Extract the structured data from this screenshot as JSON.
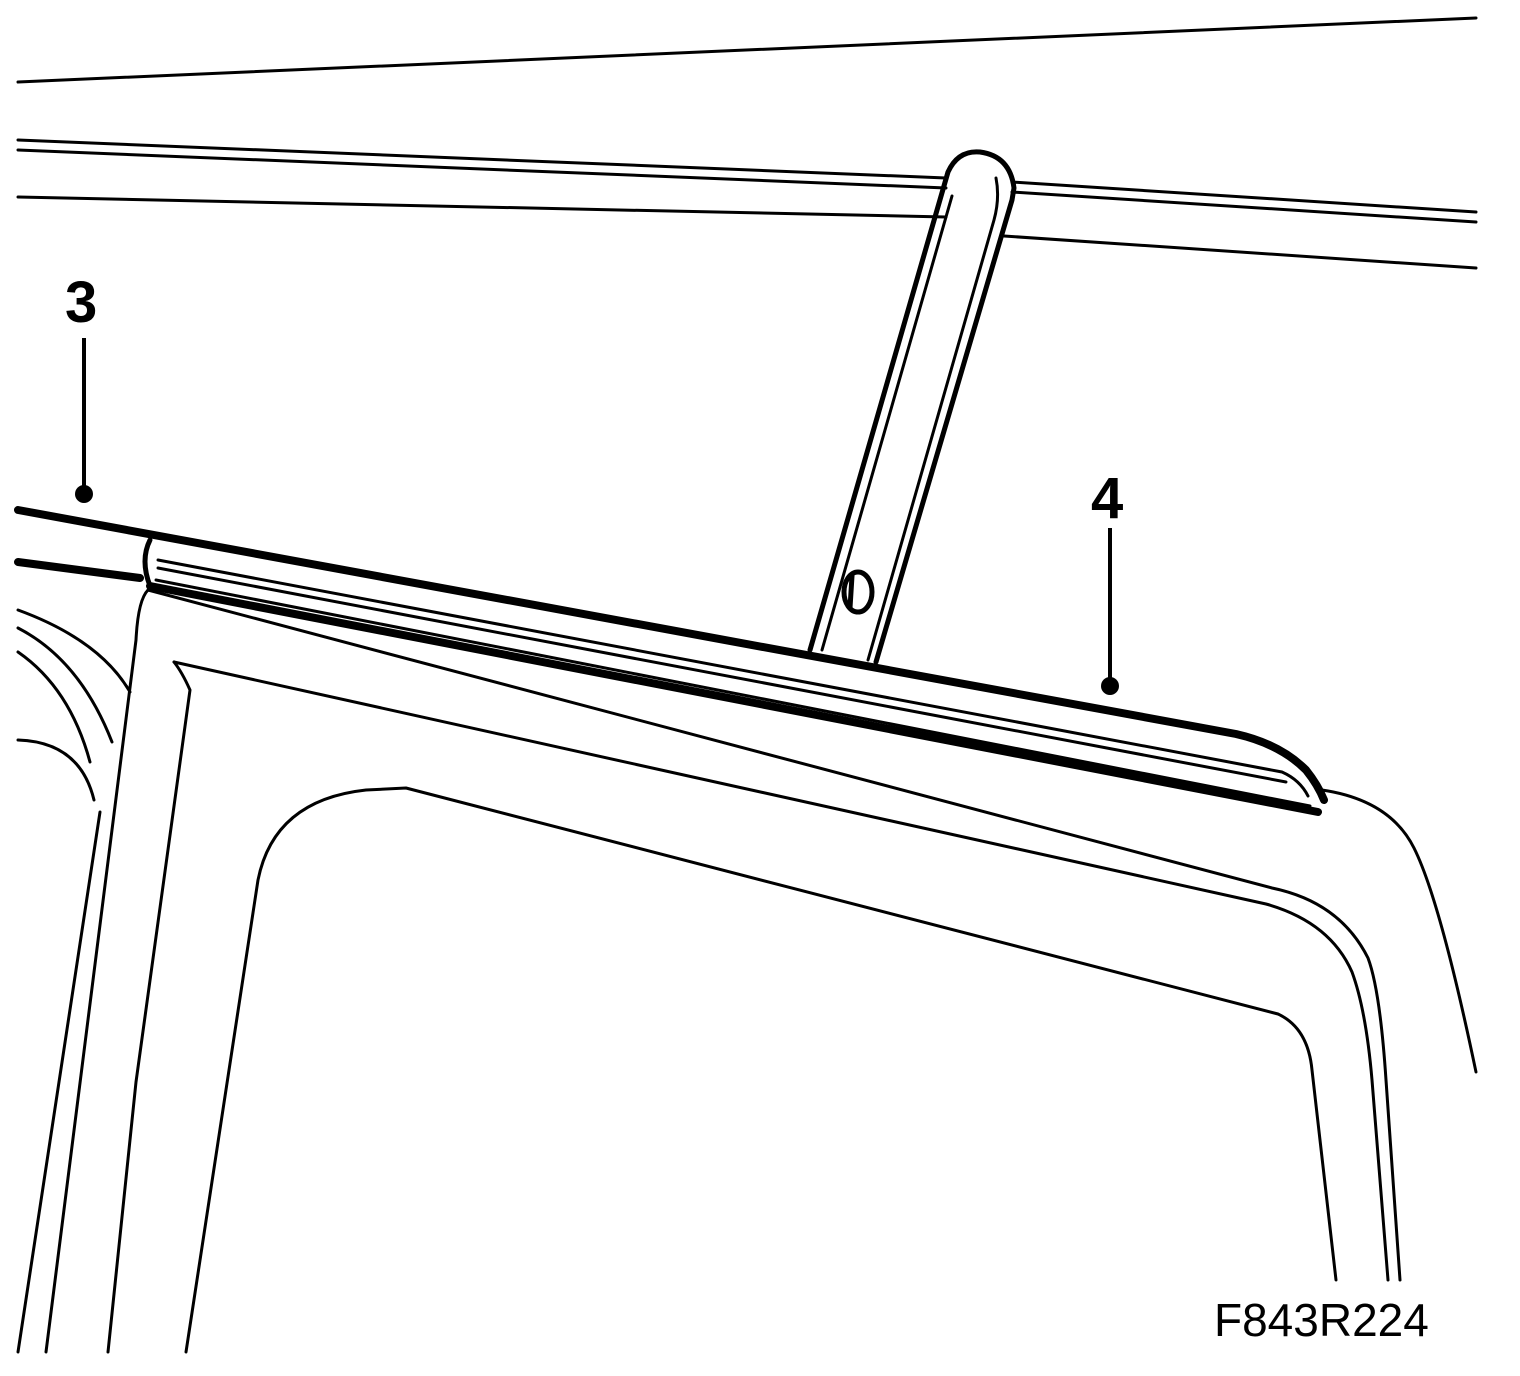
{
  "diagram": {
    "callouts": [
      {
        "id": "3",
        "label": "3"
      },
      {
        "id": "4",
        "label": "4"
      }
    ],
    "figure_code": "F843R224"
  }
}
